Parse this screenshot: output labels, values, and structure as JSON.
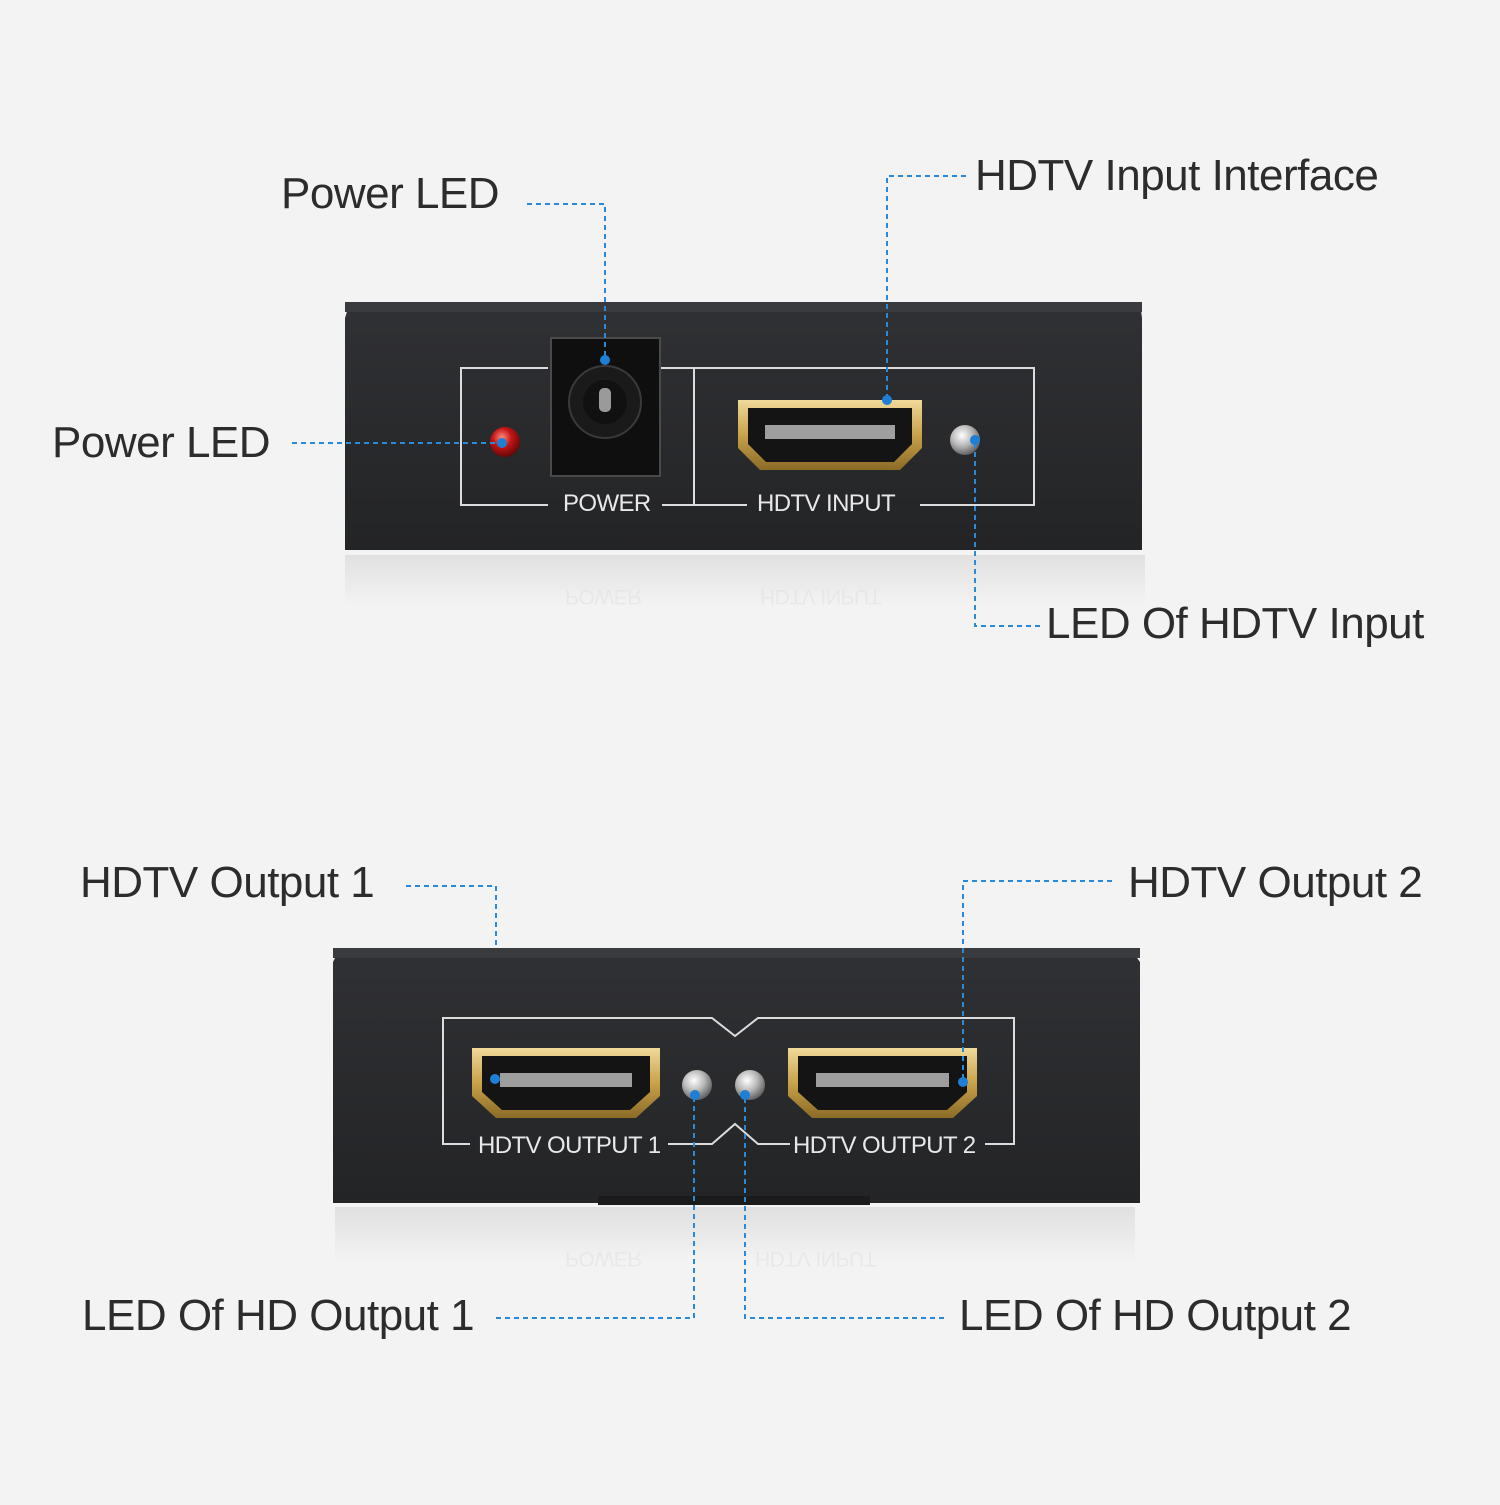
{
  "callouts": {
    "power_led_top": "Power LED",
    "power_led_left": "Power LED",
    "hdtv_input_interface": "HDTV Input Interface",
    "led_of_hdtv_input": "LED Of HDTV Input",
    "hdtv_output_1": "HDTV Output 1",
    "hdtv_output_2": "HDTV Output 2",
    "led_of_hd_output_1": "LED Of HD Output 1",
    "led_of_hd_output_2": "LED Of HD Output 2"
  },
  "panel_labels": {
    "power": "POWER",
    "hdtv_input": "HDTV INPUT",
    "hdtv_output_1": "HDTV OUTPUT 1",
    "hdtv_output_2": "HDTV OUTPUT 2"
  },
  "colors": {
    "background": "#f3f3f3",
    "device_body": "#2a2b2d",
    "leader_line": "#2a8ad8",
    "power_led": "#c31515",
    "port_gold": "#c9a24a"
  }
}
